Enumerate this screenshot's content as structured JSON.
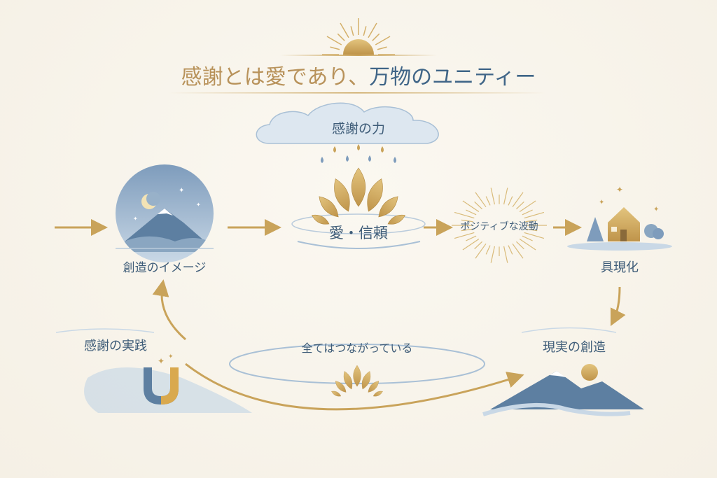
{
  "title": {
    "part1": "感謝とは愛であり、",
    "part2": "万物のユニティー"
  },
  "nodes": {
    "power": "感謝の力",
    "love_trust": "愛・信頼",
    "positive_vibration": "ポジティブな波動",
    "manifestation": "具現化",
    "creative_image": "創造のイメージ",
    "practice": "感謝の実践",
    "connected": "全てはつながっている",
    "reality_creation": "現実の創造"
  },
  "colors": {
    "gold": "#c9a35a",
    "blue": "#4a6f8f",
    "text_blue": "#3e5c78",
    "light_blue": "#a9c0d6",
    "background": "#f7f3ea"
  }
}
